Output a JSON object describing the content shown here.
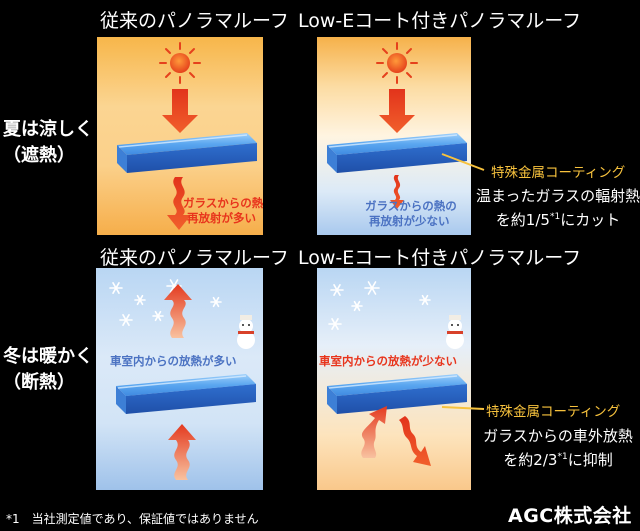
{
  "columns": {
    "conventional": "従来のパノラマルーフ",
    "lowe": "Low-Eコート付きパノラマルーフ"
  },
  "rows": {
    "summer_line1": "夏は涼しく",
    "summer_line2": "（遮熱）",
    "winter_line1": "冬は暖かく",
    "winter_line2": "（断熱）"
  },
  "summer": {
    "conv_text_line1": "ガラスからの熱の",
    "conv_text_line2": "再放射が多い",
    "lowe_text_line1": "ガラスからの熱の",
    "lowe_text_line2": "再放射が少ない",
    "coating_label": "特殊金属コーティング",
    "desc_line1": "温まったガラスの輻射熱",
    "desc_line2_pre": "を約1/5",
    "desc_line2_sup": "*1",
    "desc_line2_post": "にカット"
  },
  "winter": {
    "conv_text": "車室内からの放熱が多い",
    "lowe_text": "車室内からの放熱が少ない",
    "coating_label": "特殊金属コーティング",
    "desc_line1": "ガラスからの車外放熱",
    "desc_line2_pre": "を約2/3",
    "desc_line2_sup": "*1",
    "desc_line2_post": "に抑制"
  },
  "footnote": "*1　当社測定値であり、保証値ではありません",
  "logo": "AGC株式会社",
  "colors": {
    "heat_red": "#e8341c",
    "coating_yellow": "#f7c23d",
    "glass_blue": "#4b86e0",
    "text_blue": "#4b72c2"
  }
}
